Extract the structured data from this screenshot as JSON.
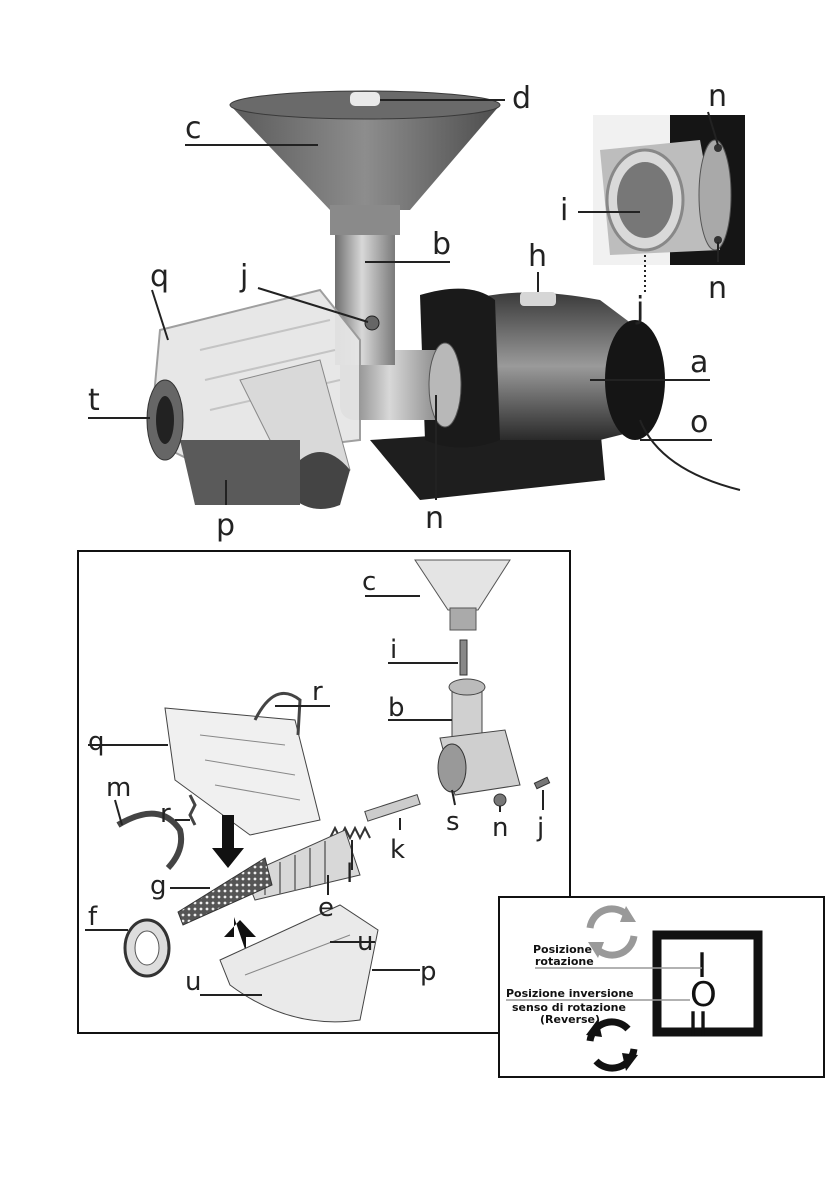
{
  "photo_labels": {
    "a": "a",
    "b": "b",
    "c": "c",
    "d": "d",
    "h": "h",
    "j": "j",
    "n": "n",
    "o": "o",
    "p": "p",
    "q": "q",
    "t": "t"
  },
  "inset_labels": {
    "i": "i",
    "j": "j",
    "n_top": "n",
    "n_bottom": "n"
  },
  "exploded_labels": {
    "b": "b",
    "c": "c",
    "e": "e",
    "f": "f",
    "g": "g",
    "i": "i",
    "j": "j",
    "k": "k",
    "l": "l",
    "m": "m",
    "n": "n",
    "p": "p",
    "q": "q",
    "r_top": "r",
    "r_left": "r",
    "s": "s",
    "u_top": "u",
    "u_bottom": "u"
  },
  "switch_panel": {
    "rotation_line1": "Posizione",
    "rotation_line2": "rotazione",
    "reverse_line1": "Posizione inversione",
    "reverse_line2": "senso di rotazione",
    "reverse_line3": "(Reverse)",
    "symbol_on": "I",
    "symbol_off": "O",
    "symbol_reverse": "II"
  }
}
